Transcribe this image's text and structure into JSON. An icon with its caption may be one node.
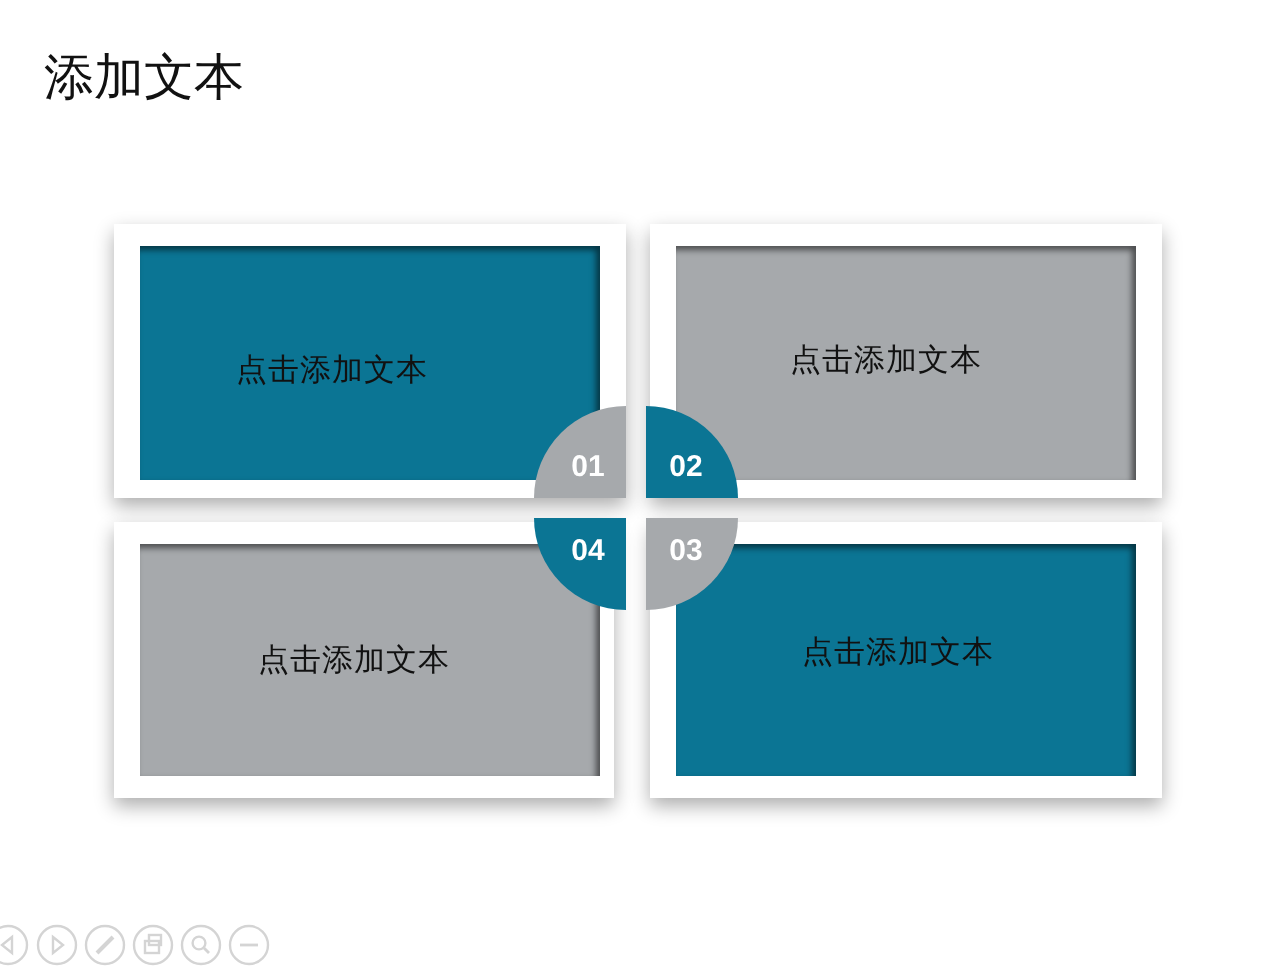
{
  "diagram": {
    "title": "添加文本",
    "nodes": [
      {
        "text": [
          "点击添加文本"
        ]
      },
      {
        "text": [
          "点击添加文本"
        ]
      },
      {
        "text": [
          "点击添加文本"
        ]
      },
      {
        "text": [
          "点击添加文本"
        ]
      },
      {
        "text": [
          "01"
        ]
      },
      {
        "text": [
          "02"
        ]
      },
      {
        "text": [
          "04"
        ]
      },
      {
        "text": [
          "03"
        ]
      }
    ]
  }
}
